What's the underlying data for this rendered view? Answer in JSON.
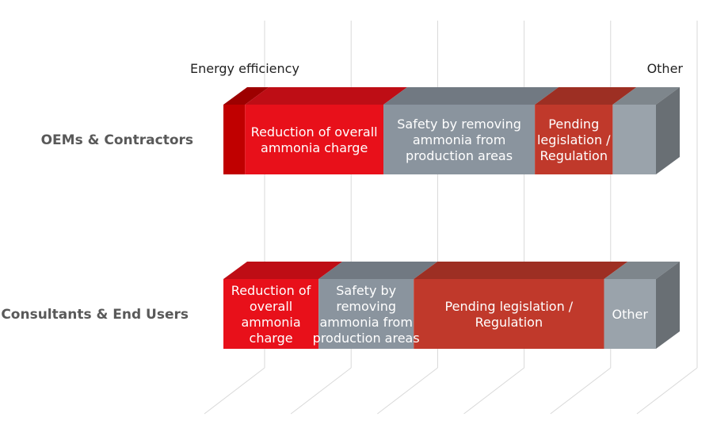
{
  "chart_data": {
    "type": "bar",
    "orientation": "horizontal",
    "stacked": "100%",
    "style": "3d",
    "title": "",
    "xlabel": "",
    "ylabel": "",
    "xlim": [
      0,
      100
    ],
    "grid": true,
    "legend": "none",
    "categories": [
      "OEMs & Contractors",
      "Consultants & End Users"
    ],
    "series": [
      {
        "name": "Energy efficiency",
        "color": "#c00000",
        "values": [
          5,
          0
        ],
        "labels": [
          "",
          ""
        ]
      },
      {
        "name": "Reduction of overall ammonia charge",
        "color": "#e8101a",
        "values": [
          32,
          22
        ],
        "labels": [
          "Reduction of overall\nammonia charge",
          "Reduction of\noverall\nammonia\ncharge"
        ]
      },
      {
        "name": "Safety by removing ammonia from production areas",
        "color": "#8a949e",
        "values": [
          35,
          22
        ],
        "labels": [
          "Safety by removing\nammonia from\nproduction areas",
          "Safety by\nremoving\nammonia from\nproduction areas"
        ]
      },
      {
        "name": "Pending legislation / Regulation",
        "color": "#c0392b",
        "values": [
          18,
          44
        ],
        "labels": [
          "Pending\nlegislation /\nRegulation",
          "Pending legislation /\nRegulation"
        ]
      },
      {
        "name": "Other",
        "color": "#9aa3ab",
        "values": [
          10,
          12
        ],
        "labels": [
          "",
          "Other"
        ]
      }
    ],
    "callouts": {
      "left": "Energy efficiency",
      "right": "Other"
    }
  }
}
